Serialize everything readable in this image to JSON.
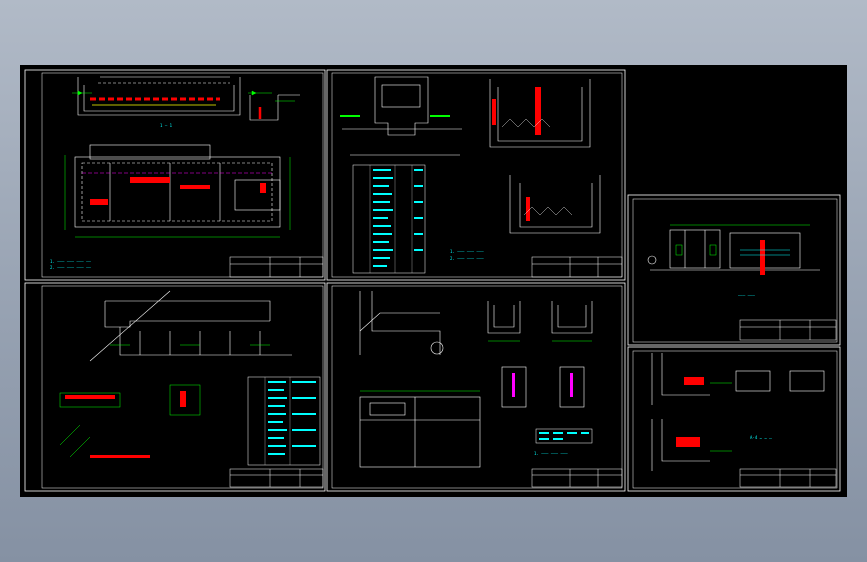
{
  "viewer": {
    "background_top": "#b1bac7",
    "background_bottom": "#8591a3",
    "canvas_color": "#000000"
  },
  "colors": {
    "frame": "#ffffff",
    "drawing_line": "#ffffff",
    "dimension": "#00ff00",
    "annotation": "#00ffff",
    "highlight": "#ff0000",
    "magenta": "#ff00ff",
    "yellow": "#ffff00"
  },
  "sheets": [
    {
      "id": "sheet-1",
      "content": "plan-and-section"
    },
    {
      "id": "sheet-2",
      "content": "section-with-schedule-table"
    },
    {
      "id": "sheet-3",
      "content": "elevation-schematic"
    },
    {
      "id": "sheet-4",
      "content": "elevation-and-details-with-schedule"
    },
    {
      "id": "sheet-5",
      "content": "structural-sections"
    },
    {
      "id": "sheet-6",
      "content": "detail-sections"
    }
  ],
  "notes": {
    "sheet6_note": "A-4 … … …"
  }
}
